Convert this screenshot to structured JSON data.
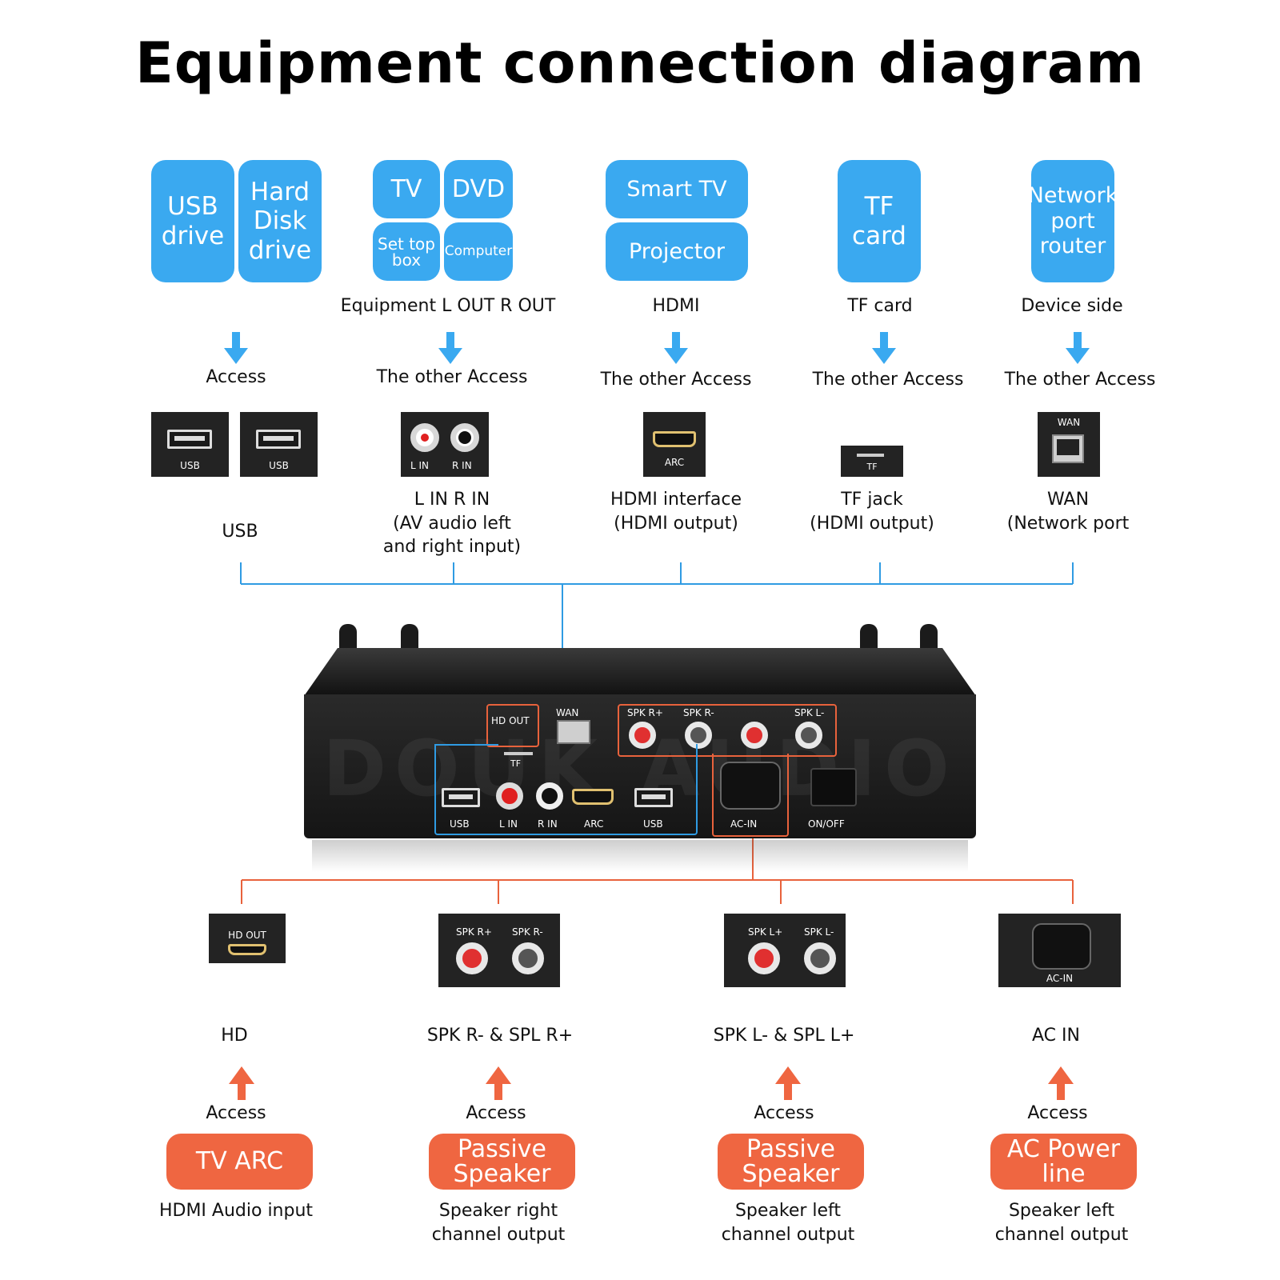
{
  "title": "Equipment connection diagram",
  "top_sources": {
    "usb": [
      "USB drive",
      "Hard Disk drive"
    ],
    "av": [
      "TV",
      "DVD",
      "Set top box",
      "Computer"
    ],
    "hdmi": [
      "Smart TV",
      "Projector"
    ],
    "tf": [
      "TF card"
    ],
    "net": [
      "Network port router"
    ]
  },
  "top_captions": {
    "av": "Equipment L OUT R OUT",
    "hdmi": "HDMI",
    "tf": "TF card",
    "net": "Device side"
  },
  "top_access": {
    "usb": "Access",
    "av": "The other Access",
    "hdmi": "The other Access",
    "tf": "The other Access",
    "net": "The other Access"
  },
  "port_labels": {
    "usb1": "USB",
    "usb2": "USB",
    "lin": "L  IN",
    "rin": "R  IN",
    "arc": "ARC",
    "tf": "TF",
    "wan": "WAN",
    "hdout": "HD OUT",
    "spkrp": "SPK R+",
    "spkrm": "SPK R-",
    "spklp": "SPK L+",
    "spklm": "SPK L-",
    "acin": "AC-IN",
    "onoff": "ON/OFF"
  },
  "port_descriptions": {
    "usb": "USB",
    "av": "L IN R IN\n(AV audio left\nand right input)",
    "hdmi": "HDMI interface\n(HDMI output)",
    "tf": "TF jack\n(HDMI output)",
    "net": "WAN\n(Network port"
  },
  "bottom_names": {
    "hd": "HD",
    "spkr": "SPK R- & SPL R+",
    "spkl": "SPK L- & SPL L+",
    "ac": "AC IN"
  },
  "bottom_access": "Access",
  "bottom_boxes": {
    "hd": "TV ARC",
    "spkr": "Passive Speaker",
    "spkl": "Passive Speaker",
    "ac": "AC Power line"
  },
  "bottom_captions": {
    "hd": "HDMI Audio input",
    "spkr": "Speaker right\nchannel output",
    "spkl": "Speaker left\nchannel output",
    "ac": "Speaker left\nchannel output"
  },
  "device": {
    "watermark": "DOUK AUDIO"
  },
  "colors": {
    "blue": "#3aa9f0",
    "orange": "#ef6641",
    "line_blue": "#2f9be3",
    "line_orange": "#e8623c"
  }
}
